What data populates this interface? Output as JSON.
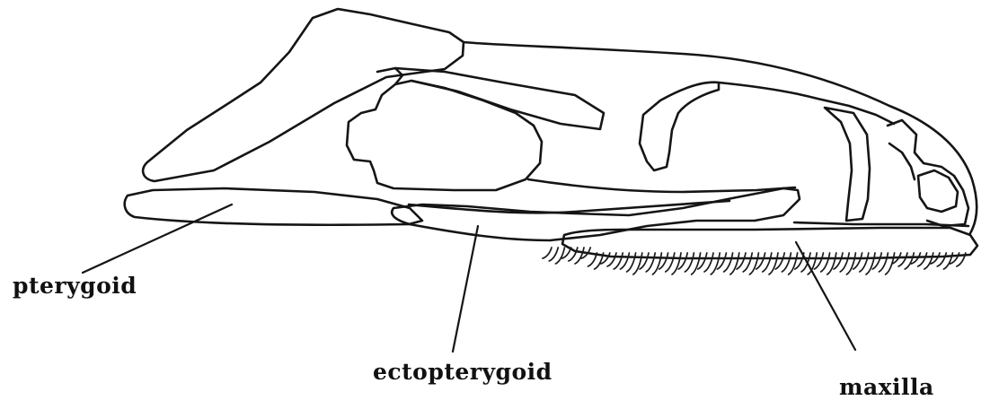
{
  "figure": {
    "labels": {
      "pterygoid": "pterygoid",
      "ectopterygoid": "ectopterygoid",
      "maxilla": "maxilla"
    }
  }
}
